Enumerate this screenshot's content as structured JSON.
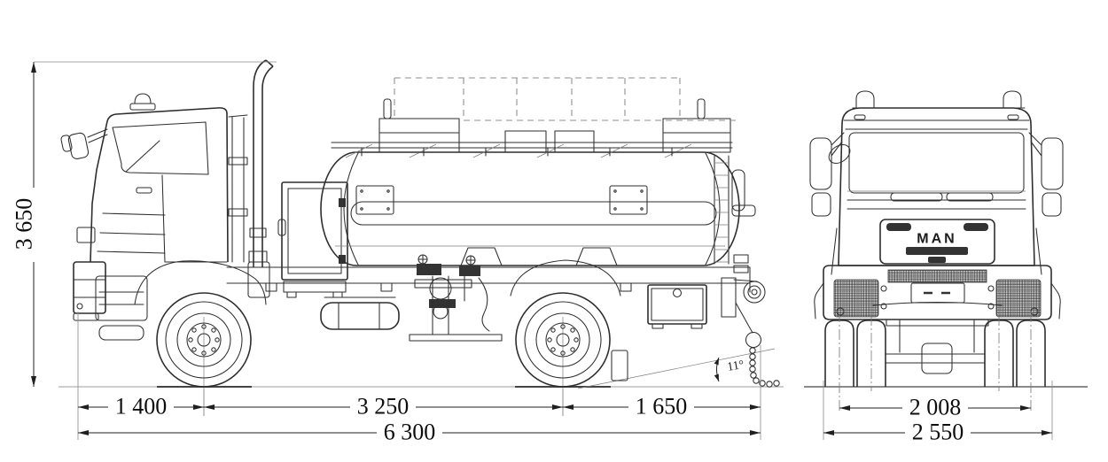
{
  "dimensions": {
    "side": {
      "overall_height": "3 650",
      "front_overhang": "1 400",
      "wheelbase": "3 250",
      "rear_overhang": "1 650",
      "overall_length": "6 300",
      "departure_angle": "11°"
    },
    "front": {
      "track_width": "2 008",
      "overall_width": "2 550"
    }
  },
  "branding": {
    "grille_logo": "MAN"
  },
  "colors": {
    "background": "#ffffff",
    "drawing_line": "#2e2e2e",
    "dimension_line": "#1f1f1f",
    "extension_line": "#8a8a8a",
    "dark_fill": "#333333"
  }
}
